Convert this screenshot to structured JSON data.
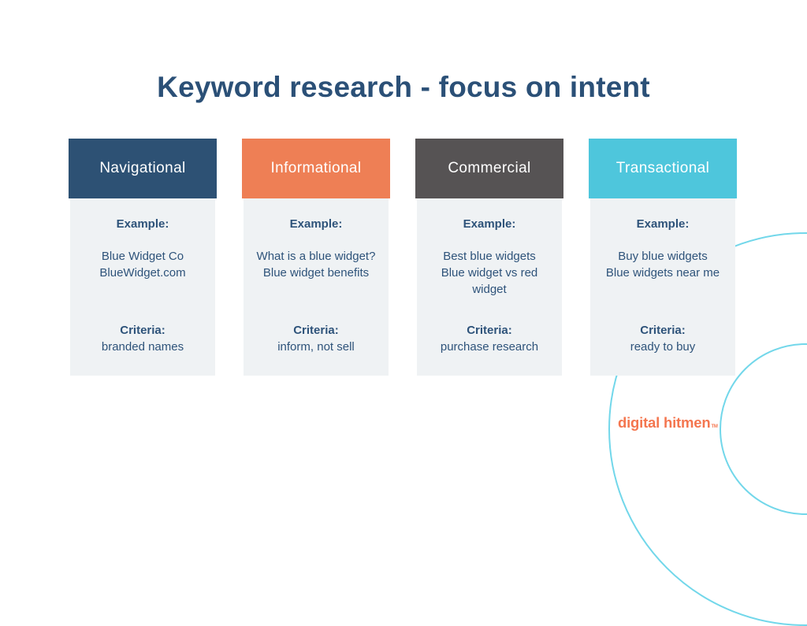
{
  "title": "Keyword research - focus on intent",
  "colors": {
    "title_text": "#2b5077",
    "body_background": "#eff2f4",
    "body_text": "#2e537a",
    "decor_arc": "#72d7ea",
    "logo_text": "#f4764f"
  },
  "columns": [
    {
      "label": "Navigational",
      "header_color": "#2d5174",
      "example_label": "Example:",
      "example_lines": [
        "Blue Widget Co",
        "BlueWidget.com"
      ],
      "criteria_label": "Criteria:",
      "criteria": "branded names"
    },
    {
      "label": "Informational",
      "header_color": "#ee7f55",
      "example_label": "Example:",
      "example_lines": [
        "What is a blue widget?",
        "Blue widget benefits"
      ],
      "criteria_label": "Criteria:",
      "criteria": "inform, not sell"
    },
    {
      "label": "Commercial",
      "header_color": "#565354",
      "example_label": "Example:",
      "example_lines": [
        "Best blue widgets",
        "Blue widget vs red widget"
      ],
      "criteria_label": "Criteria:",
      "criteria": "purchase research"
    },
    {
      "label": "Transactional",
      "header_color": "#4ec6dc",
      "example_label": "Example:",
      "example_lines": [
        "Buy blue widgets",
        "Blue widgets near me"
      ],
      "criteria_label": "Criteria:",
      "criteria": "ready to buy"
    }
  ],
  "logo": {
    "text": "digital hitmen",
    "trademark": "TM"
  }
}
